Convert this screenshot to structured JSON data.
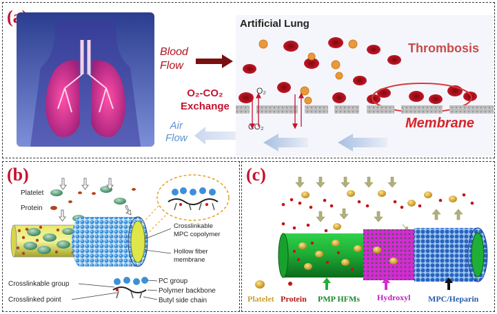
{
  "panel_a": {
    "tag": "(a)",
    "title": "Artificial Lung",
    "blood_flow": [
      "Blood",
      "Flow"
    ],
    "thrombosis": "Thrombosis",
    "exchange_line1": "O₂-CO₂",
    "exchange_line2": "Exchange",
    "o2": "O₂",
    "co2": "CO₂",
    "membrane": "Membrane",
    "air_flow": [
      "Air",
      "Flow"
    ]
  },
  "panel_b": {
    "tag": "(b)",
    "platelet": "Platelet",
    "protein": "Protein",
    "copolymer": [
      "Crosslinkable",
      "MPC copolymer"
    ],
    "hollow_fiber": [
      "Hollow fiber",
      "membrane"
    ],
    "crosslinkable_group": "Crosslinkable group",
    "crosslinked_point": "Crosslinked point",
    "pc_group": "PC group",
    "polymer_backbone": "Polymer backbone",
    "butyl_side_chain": "Butyl side chain"
  },
  "panel_c": {
    "tag": "(c)",
    "legend": {
      "platelet": "Platelet",
      "protein": "Protein",
      "pmp": "PMP HFMs",
      "hydroxyl": "Hydroxyl",
      "mpc": "MPC/Heparin"
    }
  },
  "colors": {
    "tag": "#c4122f",
    "blood_red": "#b0101d",
    "membrane_text": "#d6252b",
    "air_blue": "#5a93d0",
    "platelet_gold": "#d4a017",
    "protein_red": "#c41414",
    "pmp_green": "#1d8a2e",
    "hydroxyl_magenta": "#c01fc0",
    "mpc_blue": "#2a5caa"
  }
}
